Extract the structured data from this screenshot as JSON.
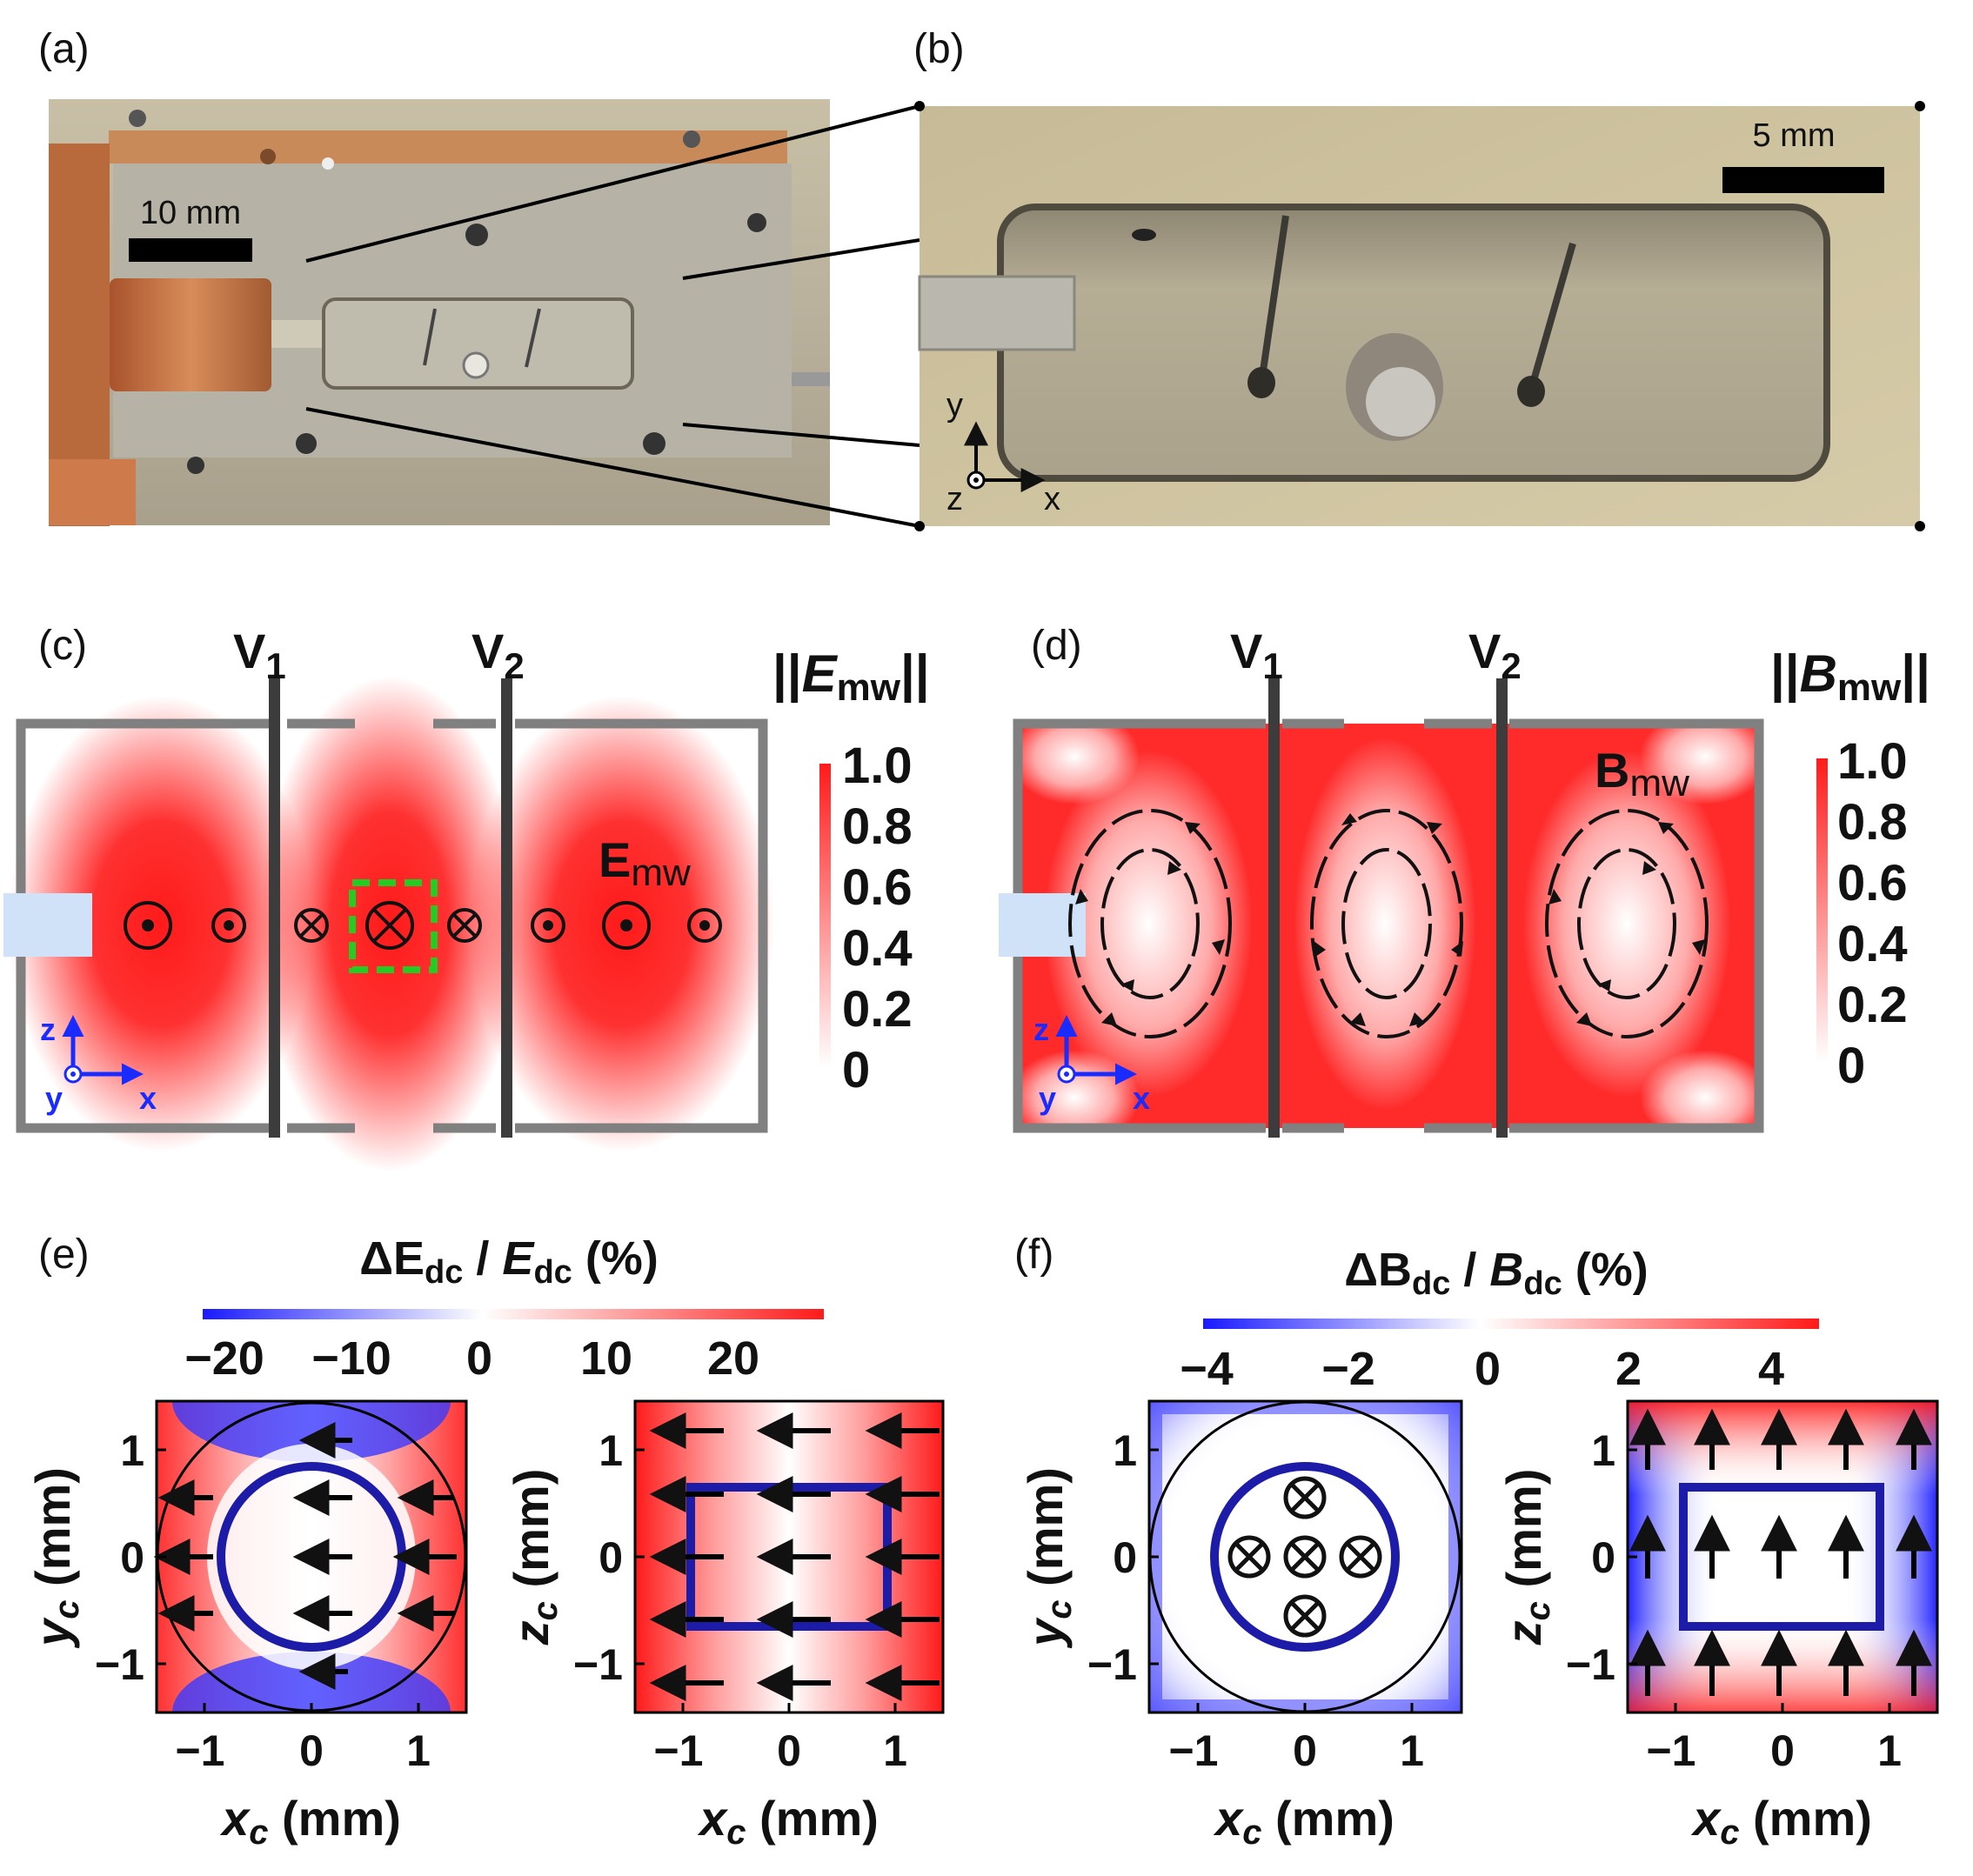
{
  "panels": {
    "a": {
      "label": "(a)",
      "scalebar": "10 mm"
    },
    "b": {
      "label": "(b)",
      "scalebar": "5 mm",
      "axes": {
        "y": "y",
        "z": "z",
        "x": "x"
      }
    },
    "c": {
      "label": "(c)",
      "v1": "V",
      "v1_sub": "1",
      "v2": "V",
      "v2_sub": "2",
      "colorbar_title_main": "E",
      "colorbar_title_sub": "mw",
      "colorbar_ticks": [
        "1.0",
        "0.8",
        "0.6",
        "0.4",
        "0.2",
        "0"
      ],
      "field_label_main": "E",
      "field_label_sub": "mw",
      "axes": {
        "z": "z",
        "y": "y",
        "x": "x"
      }
    },
    "d": {
      "label": "(d)",
      "v1": "V",
      "v1_sub": "1",
      "v2": "V",
      "v2_sub": "2",
      "colorbar_title_main": "B",
      "colorbar_title_sub": "mw",
      "colorbar_ticks": [
        "1.0",
        "0.8",
        "0.6",
        "0.4",
        "0.2",
        "0"
      ],
      "field_label_main": "B",
      "field_label_sub": "mw",
      "axes": {
        "z": "z",
        "y": "y",
        "x": "x"
      }
    },
    "e": {
      "label": "(e)",
      "title_delta": "ΔE",
      "title_sub1": "dc",
      "title_slash": " / ",
      "title_main": "E",
      "title_sub2": "dc",
      "title_unit": " (%)",
      "colorbar_ticks": [
        "−20",
        "−10",
        "0",
        "10",
        "20"
      ],
      "left": {
        "ylabel_main": "y",
        "ylabel_sub": "c",
        "ylabel_unit": " (mm)",
        "xlabel_main": "x",
        "xlabel_sub": "c",
        "xlabel_unit": " (mm)"
      },
      "right": {
        "ylabel_main": "z",
        "ylabel_sub": "c",
        "ylabel_unit": " (mm)",
        "xlabel_main": "x",
        "xlabel_sub": "c",
        "xlabel_unit": " (mm)"
      },
      "axis_ticks": [
        "−1",
        "0",
        "1"
      ]
    },
    "f": {
      "label": "(f)",
      "title_delta": "ΔB",
      "title_sub1": "dc",
      "title_slash": " / ",
      "title_main": "B",
      "title_sub2": "dc",
      "title_unit": " (%)",
      "colorbar_ticks": [
        "−4",
        "−2",
        "0",
        "2",
        "4"
      ],
      "left": {
        "ylabel_main": "y",
        "ylabel_sub": "c",
        "ylabel_unit": " (mm)",
        "xlabel_main": "x",
        "xlabel_sub": "c",
        "xlabel_unit": " (mm)"
      },
      "right": {
        "ylabel_main": "z",
        "ylabel_sub": "c",
        "ylabel_unit": " (mm)",
        "xlabel_main": "x",
        "xlabel_sub": "c",
        "xlabel_unit": " (mm)"
      },
      "axis_ticks": [
        "−1",
        "0",
        "1"
      ]
    }
  },
  "colors": {
    "red": "#ff1a1a",
    "blue": "#1a1aff",
    "frame": "#808080",
    "navy": "#1c1ca8",
    "green": "#22cc22",
    "port": "#cfe2f7"
  }
}
